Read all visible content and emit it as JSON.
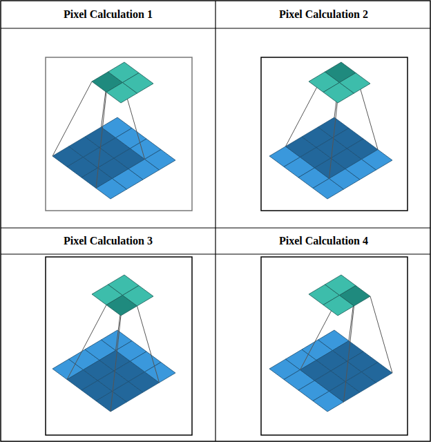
{
  "diagram": {
    "labels": [
      "Pixel Calculation 1",
      "Pixel Calculation 2",
      "Pixel Calculation 3",
      "Pixel Calculation 4"
    ]
  }
}
